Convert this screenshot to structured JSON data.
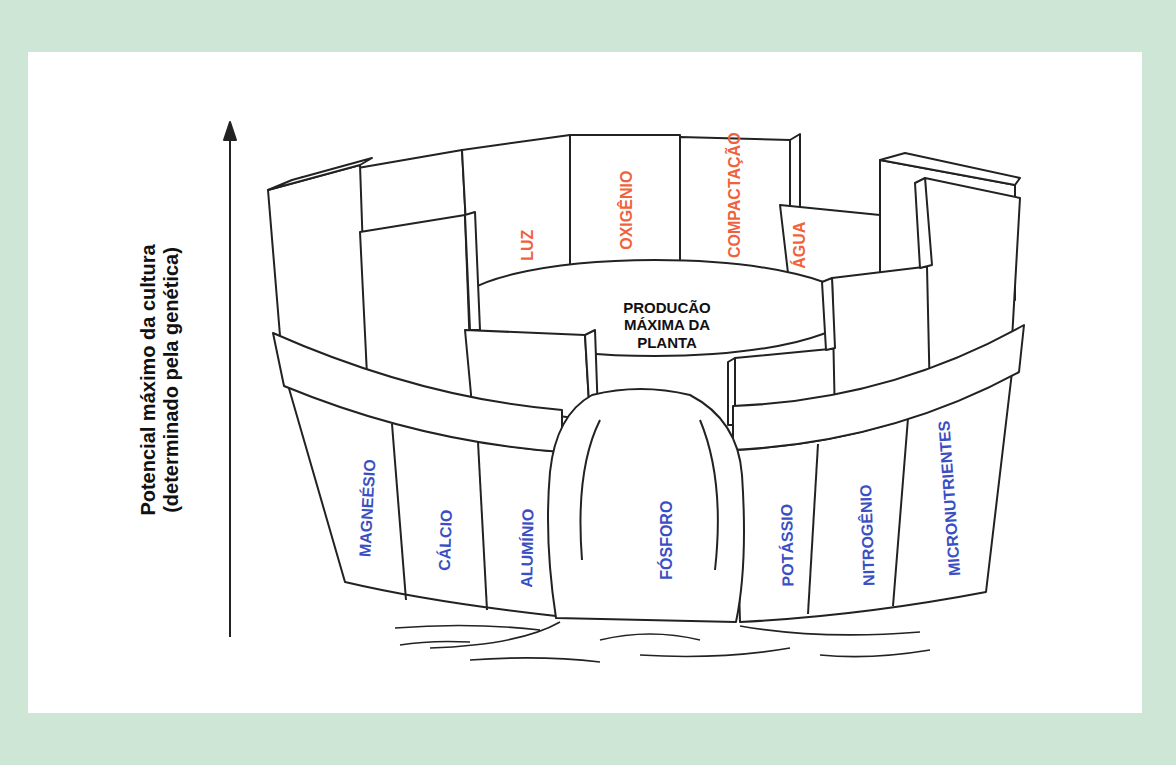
{
  "diagram": {
    "labels": [
      "Potencial máximo da cultura (determinado pela genética)",
      "LUZ",
      "OXIGÊNIO",
      "COMPACTAÇÃO",
      "ÁGUA",
      "PRODUCÃO MÁXIMA DA PLANTA",
      "MAGNEÉSIO",
      "CÁLCIO",
      "ALUMÍNIO",
      "FÓSFORO",
      "POTÁSSIO",
      "NITROGÊNIO",
      "MICRONUTRIENTES"
    ]
  }
}
